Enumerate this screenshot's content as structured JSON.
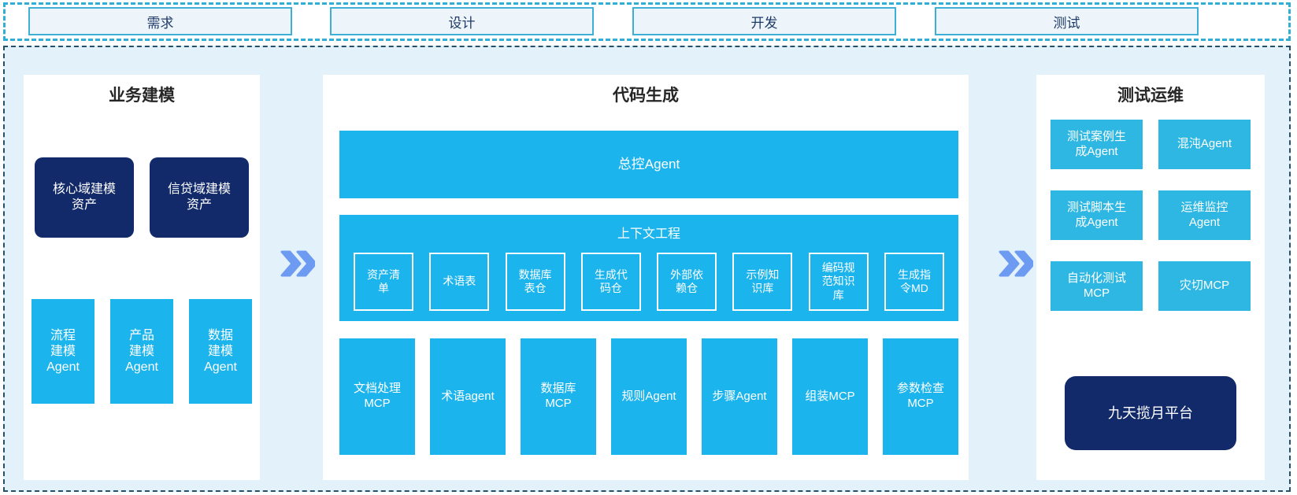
{
  "phases": [
    {
      "label": "需求"
    },
    {
      "label": "设计"
    },
    {
      "label": "开发"
    },
    {
      "label": "测试"
    }
  ],
  "business_modeling": {
    "title": "业务建模",
    "assets": [
      {
        "label": "核心域建模\n资产"
      },
      {
        "label": "信贷域建模\n资产"
      }
    ],
    "agents": [
      {
        "label": "流程\n建模\nAgent"
      },
      {
        "label": "产品\n建模\nAgent"
      },
      {
        "label": "数据\n建模\nAgent"
      }
    ]
  },
  "code_generation": {
    "title": "代码生成",
    "master_agent_label": "总控Agent",
    "context_engineering": {
      "title": "上下文工程",
      "items": [
        "资产清\n单",
        "术语表",
        "数据库\n表仓",
        "生成代\n码仓",
        "外部依\n赖仓",
        "示例知\n识库",
        "编码规\n范知识\n库",
        "生成指\n令MD"
      ]
    },
    "tools": [
      "文档处理\nMCP",
      "术语agent",
      "数据库\nMCP",
      "规则Agent",
      "步骤Agent",
      "组装MCP",
      "参数检查\nMCP"
    ]
  },
  "test_ops": {
    "title": "测试运维",
    "boxes": [
      "测试案例生\n成Agent",
      "混沌Agent",
      "测试脚本生\n成Agent",
      "运维监控\nAgent",
      "自动化测试\nMCP",
      "灾切MCP"
    ],
    "platform_label": "九天揽月平台"
  },
  "icons": {
    "flow_arrow": "double-chevron-right"
  },
  "colors": {
    "cyan": "#1cb4ec",
    "cyan_light": "#2eb7e2",
    "navy": "#122a6a",
    "arrow_blue": "#6d9bf2",
    "area_bg": "#e3f1fb",
    "top_strip_border": "#2fafd8",
    "main_border": "#25506a",
    "phase_box_bg": "#edf5fa",
    "phase_box_border": "#3eafd6",
    "phase_text": "#1f3a68"
  }
}
